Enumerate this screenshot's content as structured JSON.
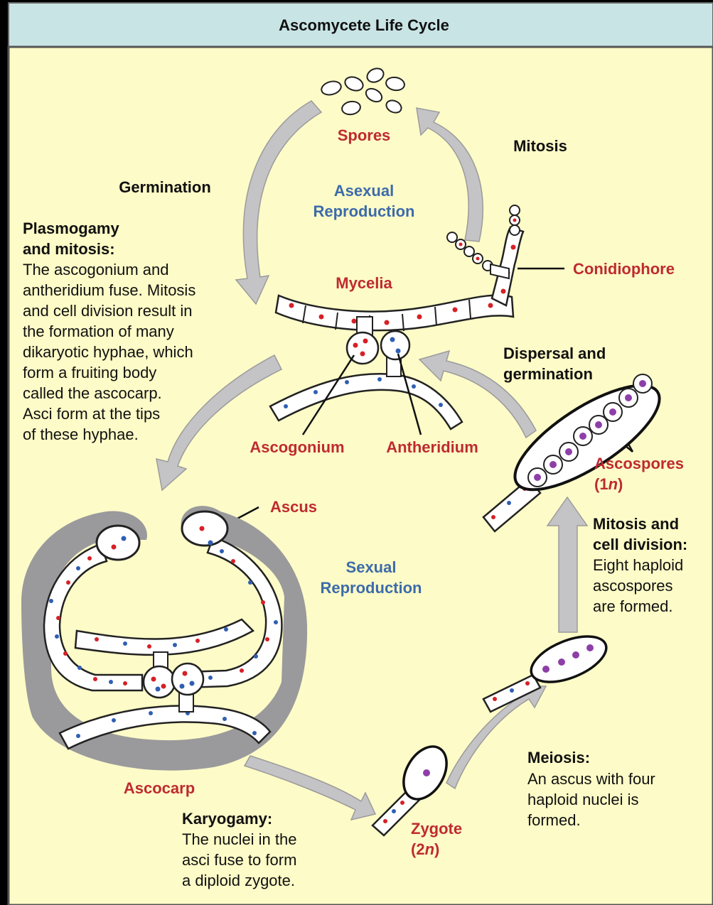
{
  "title": "Ascomycete Life Cycle",
  "labels": {
    "spores": "Spores",
    "mitosis": "Mitosis",
    "germination": "Germination",
    "asexual_1": "Asexual",
    "asexual_2": "Reproduction",
    "mycelia": "Mycelia",
    "conidiophore": "Conidiophore",
    "ascogonium": "Ascogonium",
    "antheridium": "Antheridium",
    "dispersal_1": "Dispersal and",
    "dispersal_2": "germination",
    "ascospores_1": "Ascospores",
    "ascospores_2_pre": "(1",
    "ascospores_2_n": "n",
    "ascospores_2_post": ")",
    "ascus": "Ascus",
    "sexual_1": "Sexual",
    "sexual_2": "Reproduction",
    "ascocarp": "Ascocarp",
    "zygote_1": "Zygote",
    "zygote_2_pre": "(2",
    "zygote_2_n": "n",
    "zygote_2_post": ")"
  },
  "plasmogamy": {
    "heading": [
      "Plasmogamy",
      "and mitosis:"
    ],
    "body": [
      "The ascogonium and",
      "antheridium fuse. Mitosis",
      "and cell division result in",
      "the formation of many",
      "dikaryotic hyphae, which",
      "form a fruiting body",
      "called the ascocarp.",
      "Asci form at the tips",
      "of these hyphae."
    ]
  },
  "mitosis_division": {
    "heading": [
      "Mitosis and",
      "cell division:"
    ],
    "body": [
      "Eight haploid",
      "ascospores",
      "are formed."
    ]
  },
  "meiosis": {
    "heading": [
      "Meiosis:"
    ],
    "body": [
      "An ascus with four",
      "haploid nuclei is",
      "formed."
    ]
  },
  "karyogamy": {
    "heading": [
      "Karyogamy:"
    ],
    "body": [
      "The nuclei in the",
      "asci fuse to form",
      "a diploid zygote."
    ]
  },
  "colors": {
    "background": "#fdfbc7",
    "header": "#c9e4e4",
    "arrow": "#c4c4c6",
    "ascocarp": "#9a9a9c",
    "red_nucleus": "#d62027",
    "blue_nucleus": "#2f5fb3",
    "purple_nucleus": "#8e3fa7",
    "label_red": "#be2b32",
    "label_blue": "#3d6bab"
  }
}
